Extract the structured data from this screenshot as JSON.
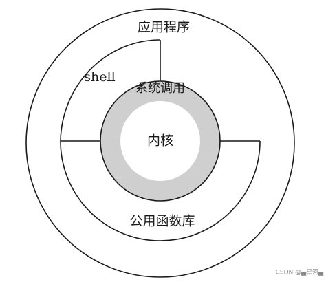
{
  "diagram": {
    "layers": {
      "applications": "应用程序",
      "shell": "shell",
      "system_calls": "系统调用",
      "kernel": "内核",
      "libraries": "公用函数库"
    },
    "colors": {
      "ring_fill": "#cfcfcf",
      "stroke": "#1a1a1a",
      "background": "#ffffff"
    }
  },
  "watermark": "CSDN @▄星河▄"
}
